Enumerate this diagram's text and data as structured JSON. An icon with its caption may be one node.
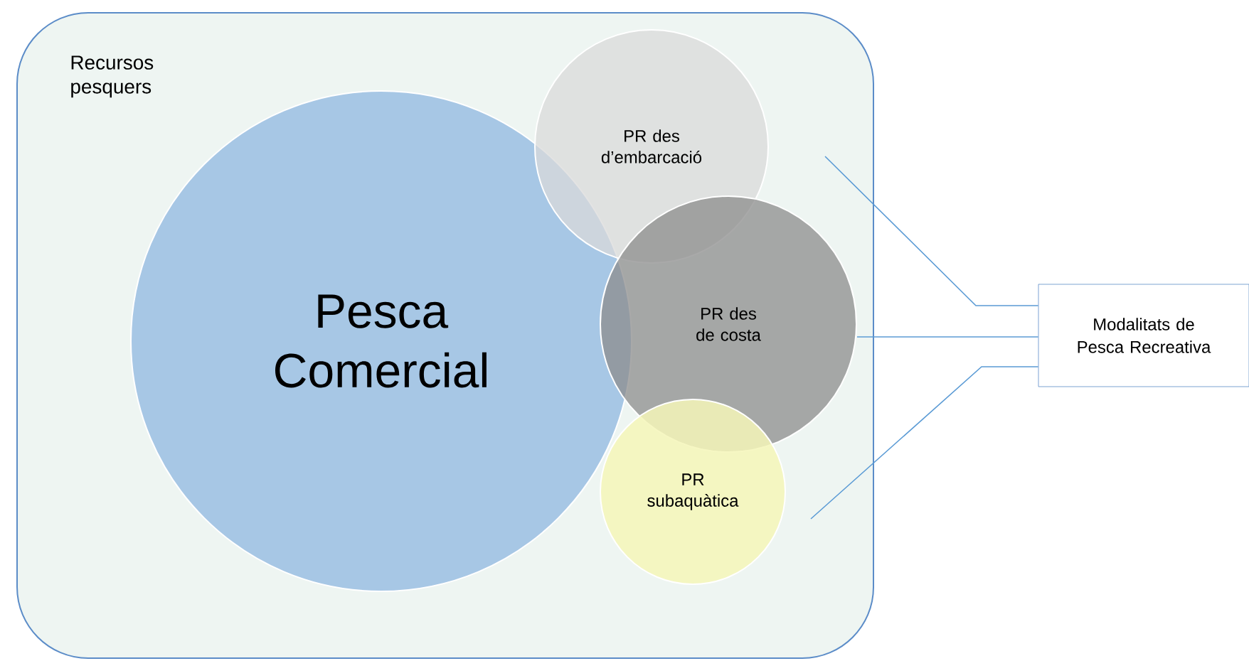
{
  "diagram": {
    "nodes": [
      {
        "text": [
          "Recursos pesquers"
        ]
      },
      {
        "text": [
          "Pesca Comercial"
        ],
        "in": 0
      },
      {
        "text": [
          "PR des d’embarcació"
        ],
        "in": 0
      },
      {
        "text": [
          "PR des de costa"
        ],
        "in": 0
      },
      {
        "text": [
          "PR subaquàtica"
        ],
        "in": 0
      },
      {
        "text": [
          "Modalitats de Pesca Recreativa"
        ]
      }
    ],
    "edges": [
      {
        "from": 5,
        "to": 2,
        "arrow": "none"
      },
      {
        "from": 5,
        "to": 3,
        "arrow": "none"
      },
      {
        "from": 5,
        "to": 4,
        "arrow": "none"
      }
    ]
  }
}
